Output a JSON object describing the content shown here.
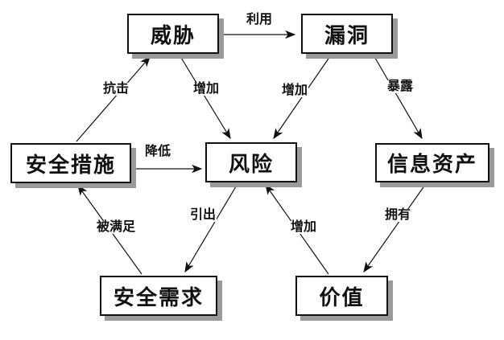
{
  "diagram": {
    "title": "security-risk-relationship-diagram",
    "colors": {
      "box_fill": "#ffffff",
      "box_border": "#111111",
      "shadow": "#9a9a9a",
      "line": "#111111",
      "text": "#111111",
      "background": "#ffffff"
    },
    "nodes": {
      "threat": {
        "label": "威胁"
      },
      "vulnerability": {
        "label": "漏洞"
      },
      "security_measures": {
        "label": "安全措施"
      },
      "risk": {
        "label": "风险"
      },
      "information_assets": {
        "label": "信息资产"
      },
      "security_requirements": {
        "label": "安全需求"
      },
      "value": {
        "label": "价值"
      }
    },
    "edges": {
      "exploit": {
        "label": "利用",
        "from": "威胁",
        "to": "漏洞"
      },
      "resist": {
        "label": "抗击",
        "from": "安全措施",
        "to": "威胁"
      },
      "increase_threat_risk": {
        "label": "增加",
        "from": "威胁",
        "to": "风险"
      },
      "increase_vuln_risk": {
        "label": "增加",
        "from": "漏洞",
        "to": "风险"
      },
      "expose": {
        "label": "暴露",
        "from": "漏洞",
        "to": "信息资产"
      },
      "reduce": {
        "label": "降低",
        "from": "安全措施",
        "to": "风险"
      },
      "satisfy": {
        "label": "被满足",
        "from": "安全需求",
        "to": "安全措施"
      },
      "lead_to": {
        "label": "引出",
        "from": "风险",
        "to": "安全需求"
      },
      "increase_value_risk": {
        "label": "增加",
        "from": "价值",
        "to": "风险"
      },
      "own": {
        "label": "拥有",
        "from": "信息资产",
        "to": "价值"
      }
    }
  }
}
